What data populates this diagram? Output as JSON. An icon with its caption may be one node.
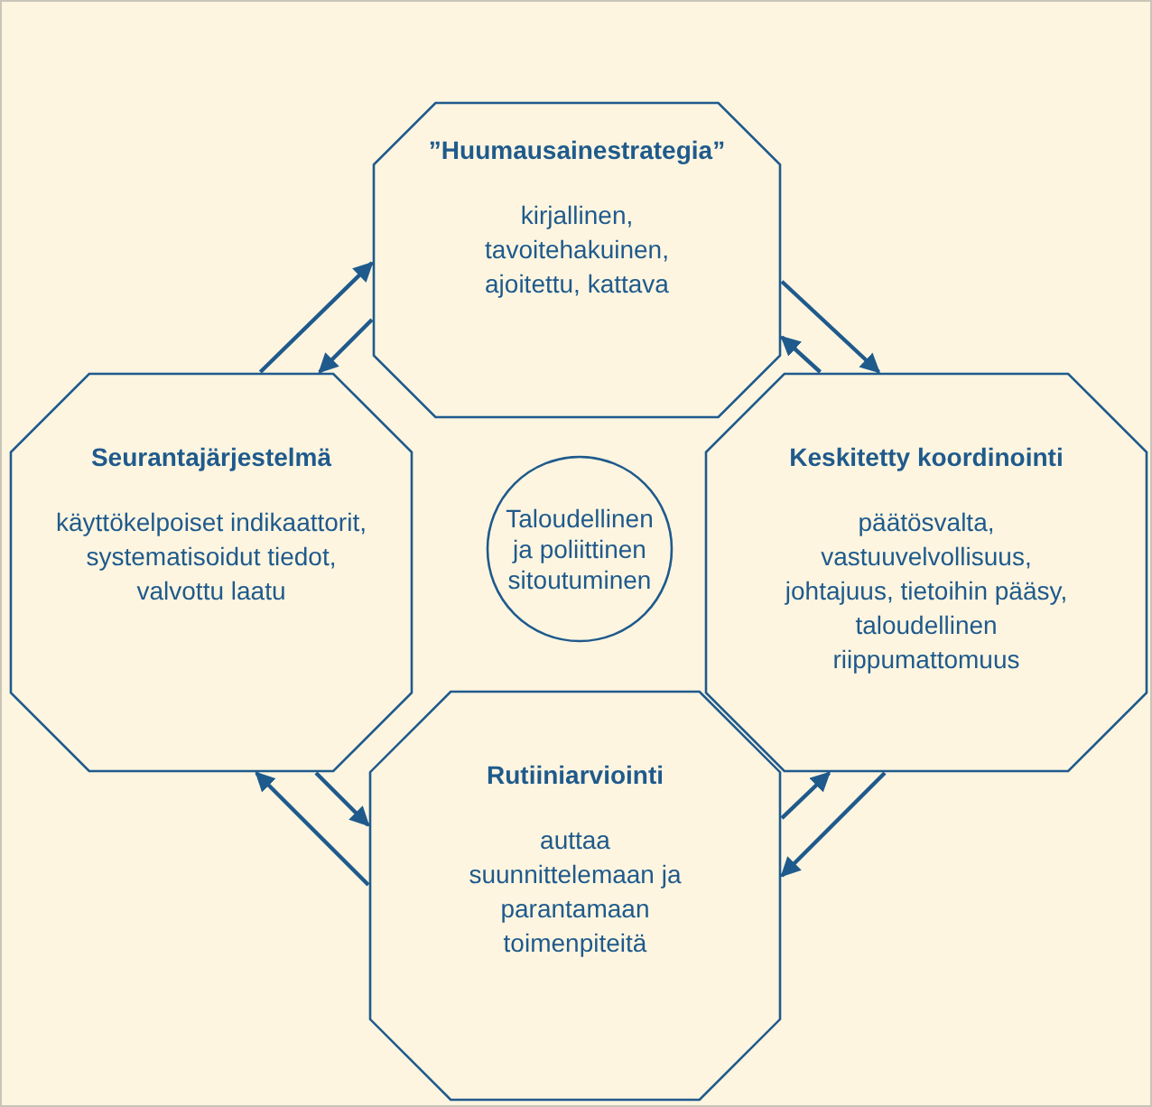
{
  "diagram": {
    "nodes": [
      {
        "text": [
          "”Huumausainestrategia”",
          "kirjallinen, tavoitehakuinen, ajoitettu, kattava"
        ]
      },
      {
        "text": [
          "Seurantajärjestelmä",
          "käyttökelpoiset indikaattorit, systematisoidut tiedot, valvottu laatu"
        ]
      },
      {
        "text": [
          "Taloudellinen ja poliittinen sitoutuminen"
        ]
      },
      {
        "text": [
          "Keskitetty koordinointi",
          "päätösvalta, vastuuvelvollisuus, johtajuus, tietoihin pääsy, taloudellinen riippumattomuus"
        ]
      },
      {
        "text": [
          "Rutiiniarviointi",
          "auttaa suunnittelemaan ja parantamaan toimenpiteitä"
        ]
      }
    ],
    "edges": [
      {
        "from": 1,
        "to": 0,
        "arrow": "to"
      },
      {
        "from": 0,
        "to": 1,
        "arrow": "to"
      },
      {
        "from": 3,
        "to": 0,
        "arrow": "to"
      },
      {
        "from": 0,
        "to": 3,
        "arrow": "to"
      },
      {
        "from": 4,
        "to": 1,
        "arrow": "to"
      },
      {
        "from": 1,
        "to": 4,
        "arrow": "to"
      },
      {
        "from": 4,
        "to": 3,
        "arrow": "to"
      },
      {
        "from": 3,
        "to": 4,
        "arrow": "to"
      }
    ]
  }
}
